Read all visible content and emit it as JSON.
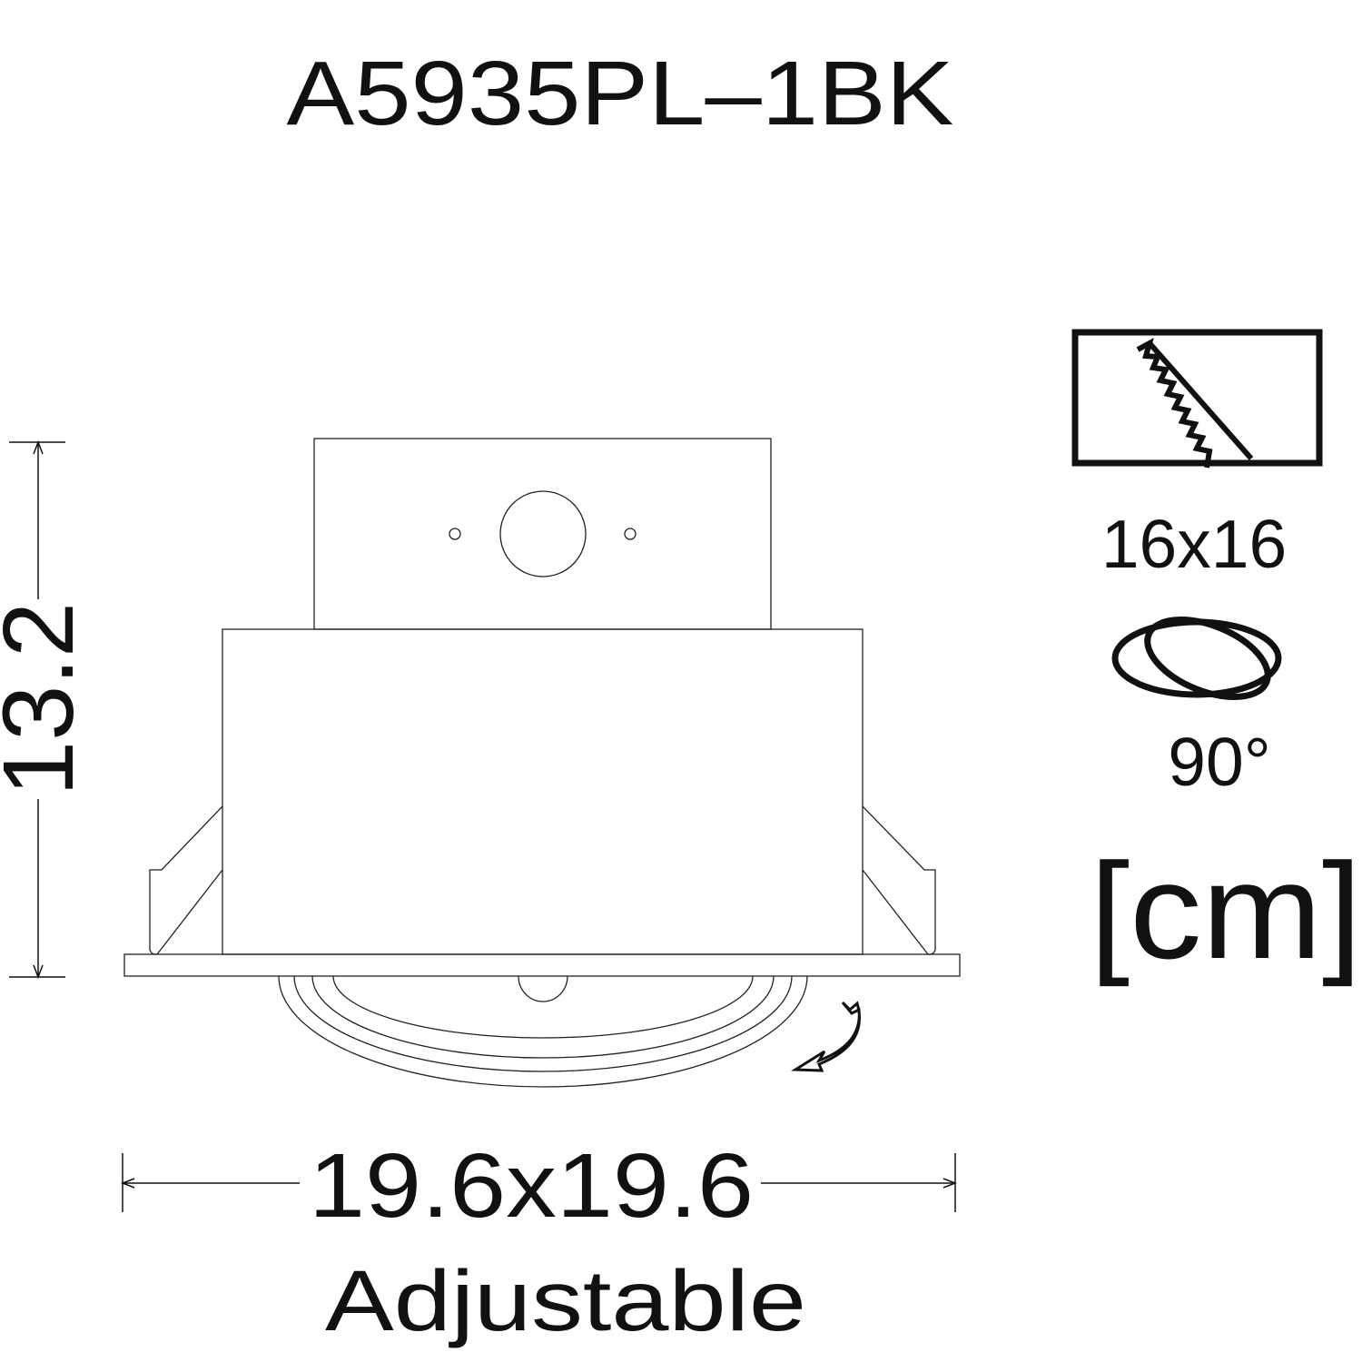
{
  "title": "A5935PL–1BK",
  "dimensions": {
    "height": "13.2",
    "width": "19.6x19.6",
    "width_note": "Adjustable"
  },
  "specs": {
    "cutout": "16x16",
    "tilt": "90°",
    "unit": "[cm]"
  },
  "icons": [
    "saw-cutout-icon",
    "tilt-ellipses-icon",
    "rotate-arrow-icon"
  ],
  "colors": {
    "line": "#111111",
    "background": "#ffffff"
  }
}
